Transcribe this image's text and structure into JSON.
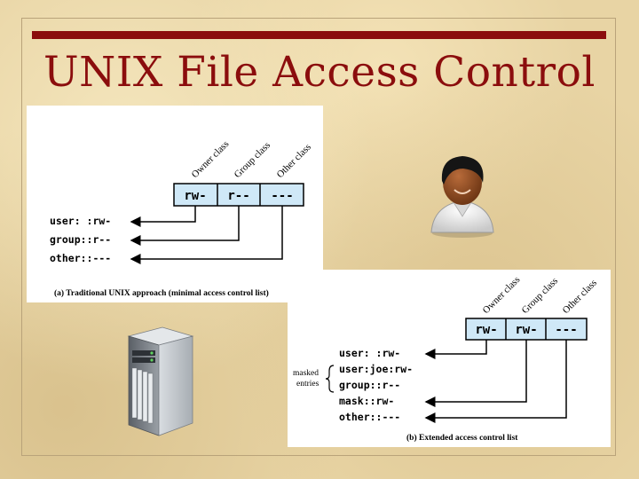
{
  "slide": {
    "title": "UNIX File Access Control"
  },
  "diagram_a": {
    "class_labels": [
      "Owner class",
      "Group class",
      "Other class"
    ],
    "perm_boxes": [
      "rw-",
      "r--",
      "---"
    ],
    "entries": [
      "user: :rw-",
      "group::r--",
      "other::---"
    ],
    "caption": "(a) Traditional UNIX approach (minimal access control list)"
  },
  "diagram_b": {
    "class_labels": [
      "Owner class",
      "Group class",
      "Other class"
    ],
    "perm_boxes": [
      "rw-",
      "rw-",
      "---"
    ],
    "entries": [
      "user: :rw-",
      "user:joe:rw-",
      "group::r--",
      "mask::rw-",
      "other::---"
    ],
    "masked_label_line1": "masked",
    "masked_label_line2": "entries",
    "caption": "(b) Extended access control list"
  },
  "colors": {
    "title": "#8b0d0d",
    "title_bar": "#8b0d0d",
    "perm_box_fill": "#cfe8f7",
    "background": "#e8d4a4"
  },
  "icons": [
    "user-avatar-icon",
    "server-icon"
  ]
}
